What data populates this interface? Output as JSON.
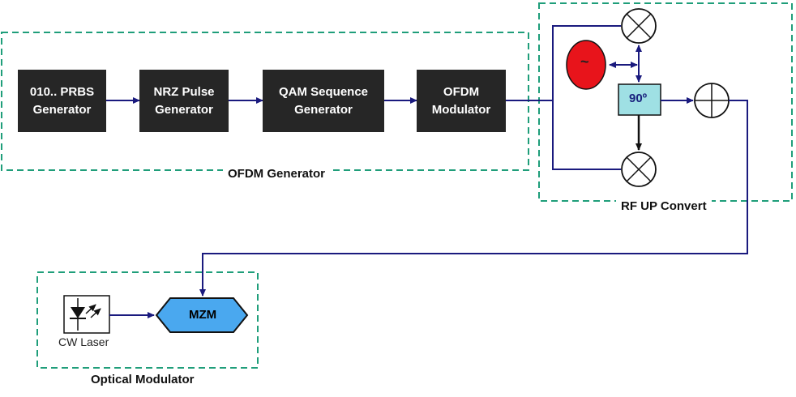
{
  "groups": {
    "ofdm_generator": "OFDM Generator",
    "rf_up_convert": "RF UP Convert",
    "optical_modulator": "Optical Modulator"
  },
  "blocks": {
    "prbs": [
      "010.. PRBS",
      "Generator"
    ],
    "nrz": [
      "NRZ Pulse",
      "Generator"
    ],
    "qam": [
      "QAM Sequence",
      "Generator"
    ],
    "ofdm": [
      "OFDM",
      "Modulator"
    ]
  },
  "rf": {
    "oscillator_symbol": "~",
    "phase_shift": "90º"
  },
  "optical": {
    "laser_label": "CW Laser",
    "modulator_label": "MZM"
  },
  "colors": {
    "wire": "#1a1a7e",
    "dashed_border": "#1f9e7a",
    "oscillator": "#e8141b",
    "phase_box": "#9fe0e4",
    "mzm": "#4aa8ef"
  },
  "icons": [
    "mixer-icon",
    "summer-icon",
    "oscillator-icon",
    "laser-diode-icon",
    "arrow-icon"
  ]
}
